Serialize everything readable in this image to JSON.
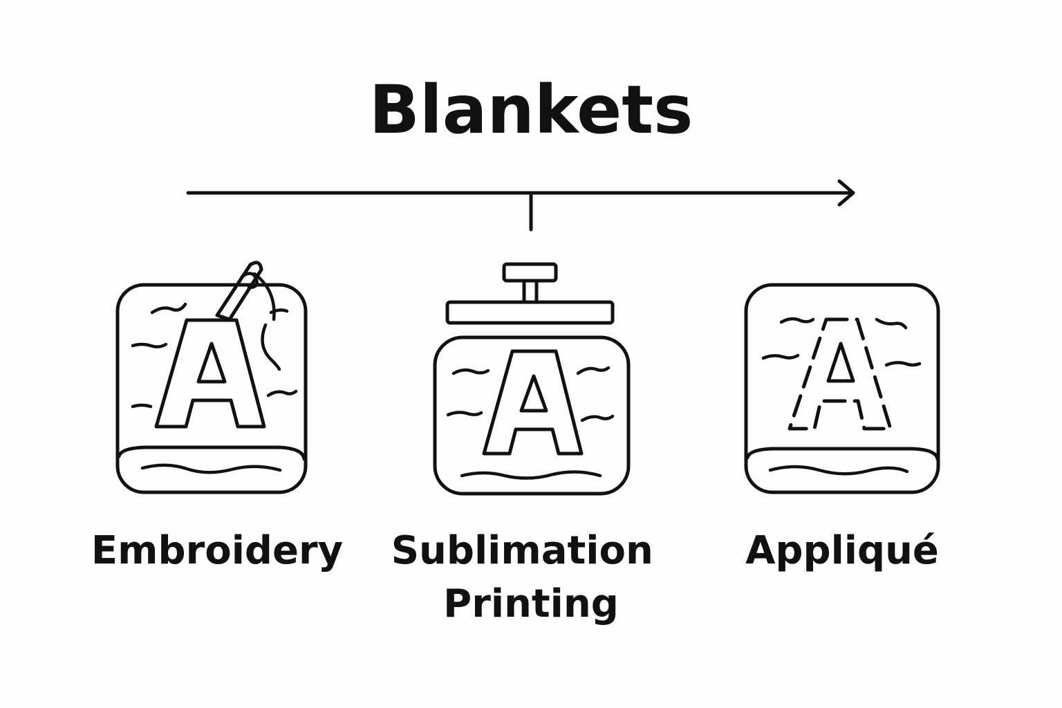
{
  "title": "Blankets",
  "methods": [
    {
      "label_lines": [
        "Embroidery"
      ],
      "icon": "embroidered-blanket-icon"
    },
    {
      "label_lines": [
        "Sublimation",
        "Printing"
      ],
      "icon": "heat-press-blanket-icon"
    },
    {
      "label_lines": [
        "Appliqué"
      ],
      "icon": "applique-blanket-icon"
    }
  ],
  "colors": {
    "ink": "#111111",
    "background": "#fdfdfd"
  }
}
